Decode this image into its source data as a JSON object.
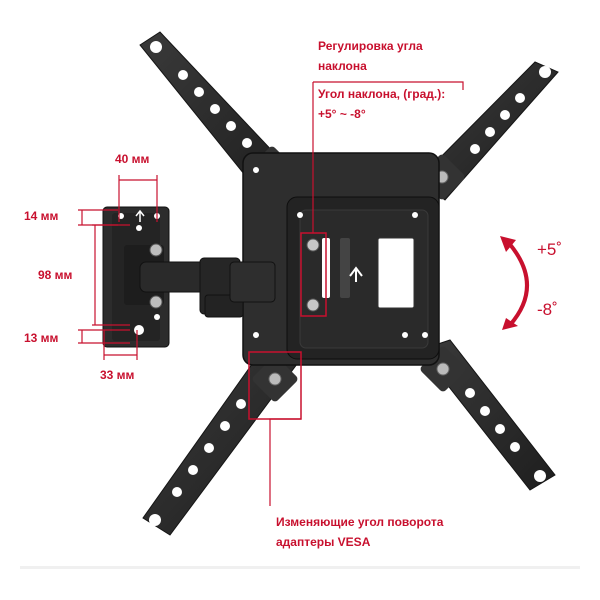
{
  "colors": {
    "accent": "#c8102e",
    "metal": "#2b2b2b",
    "metal_dark": "#1a1a1a",
    "metal_light": "#4a4a4a"
  },
  "annotations": {
    "tilt_title_line1": "Регулировка угла",
    "tilt_title_line2": "наклона",
    "tilt_range_line1": "Угол наклона, (град.):",
    "tilt_range_line2": "+5° ~ -8°",
    "vesa_line1": "Изменяющие угол поворота",
    "vesa_line2": "адаптеры VESA",
    "angle_plus": "+5˚",
    "angle_minus": "-8˚"
  },
  "dimensions": {
    "width_top": "40 мм",
    "top_offset": "14 мм",
    "height": "98 мм",
    "bottom_offset": "13 мм",
    "width_bottom": "33 мм"
  }
}
